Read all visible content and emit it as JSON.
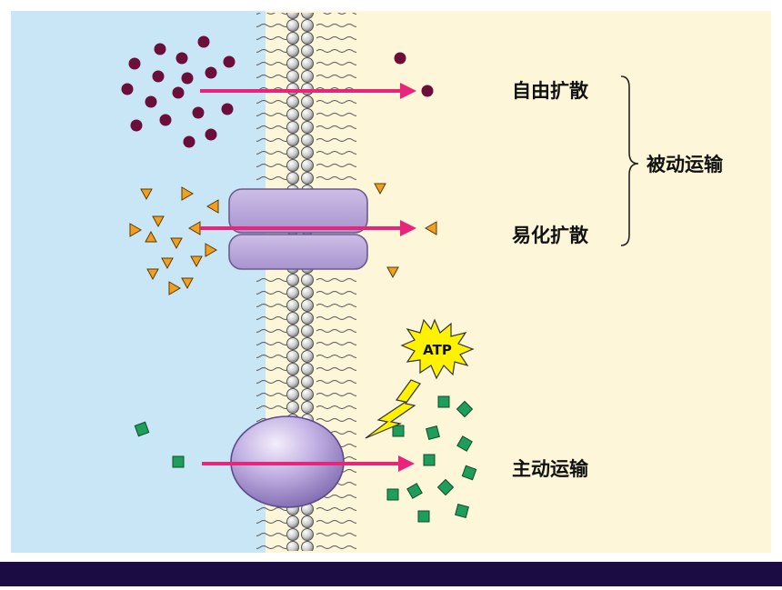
{
  "labels": {
    "simple_diffusion": "自由扩散",
    "facilitated_diffusion": "易化扩散",
    "passive_transport": "被动运输",
    "active_transport": "主动运输",
    "atp": "ATP"
  },
  "colors": {
    "outside": "#c9e6f7",
    "inside": "#fdf6d9",
    "arrow": "#e8257a",
    "molecule_dot": "#6b0f3a",
    "molecule_triangle": "#f0a020",
    "molecule_square": "#1e9e5a",
    "channel_protein": "#b9a6d6",
    "pump_protein": "#b7a4dc",
    "atp_burst": "#fff200",
    "footer_bar": "#1c0c44"
  },
  "icons": {
    "atp_burst": "atp-starburst-icon",
    "energy_bolt": "lightning-bolt-icon"
  }
}
